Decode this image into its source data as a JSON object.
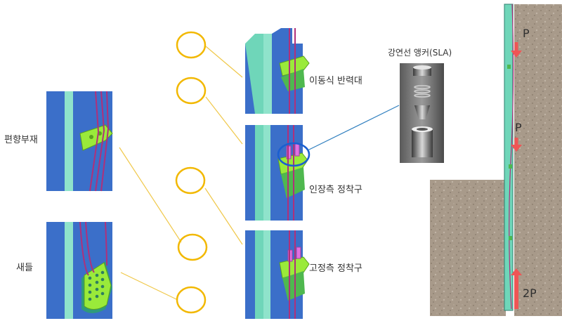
{
  "labels": {
    "deflector": "편향부재",
    "saddle": "새들",
    "movable_reaction": "이동식 반력대",
    "tension_anchor": "인장측 정착구",
    "fixed_anchor": "고정측 정착구",
    "sla_anchor": "강연선 앵커(SLA)"
  },
  "loads": {
    "upper": "P",
    "middle": "P",
    "bottom": "2P"
  },
  "colors": {
    "beam_blue": "#3b6fc9",
    "flange_teal": "#6fd6b9",
    "strand_purple": "#b0307a",
    "bracket_green": "#9aea3a",
    "callout_circle": "#f2b800",
    "callout_line": "#f0c84a",
    "sla_line": "#2f7fbf",
    "soil": "#a89a8a",
    "load_arrow": "#ef5555"
  }
}
